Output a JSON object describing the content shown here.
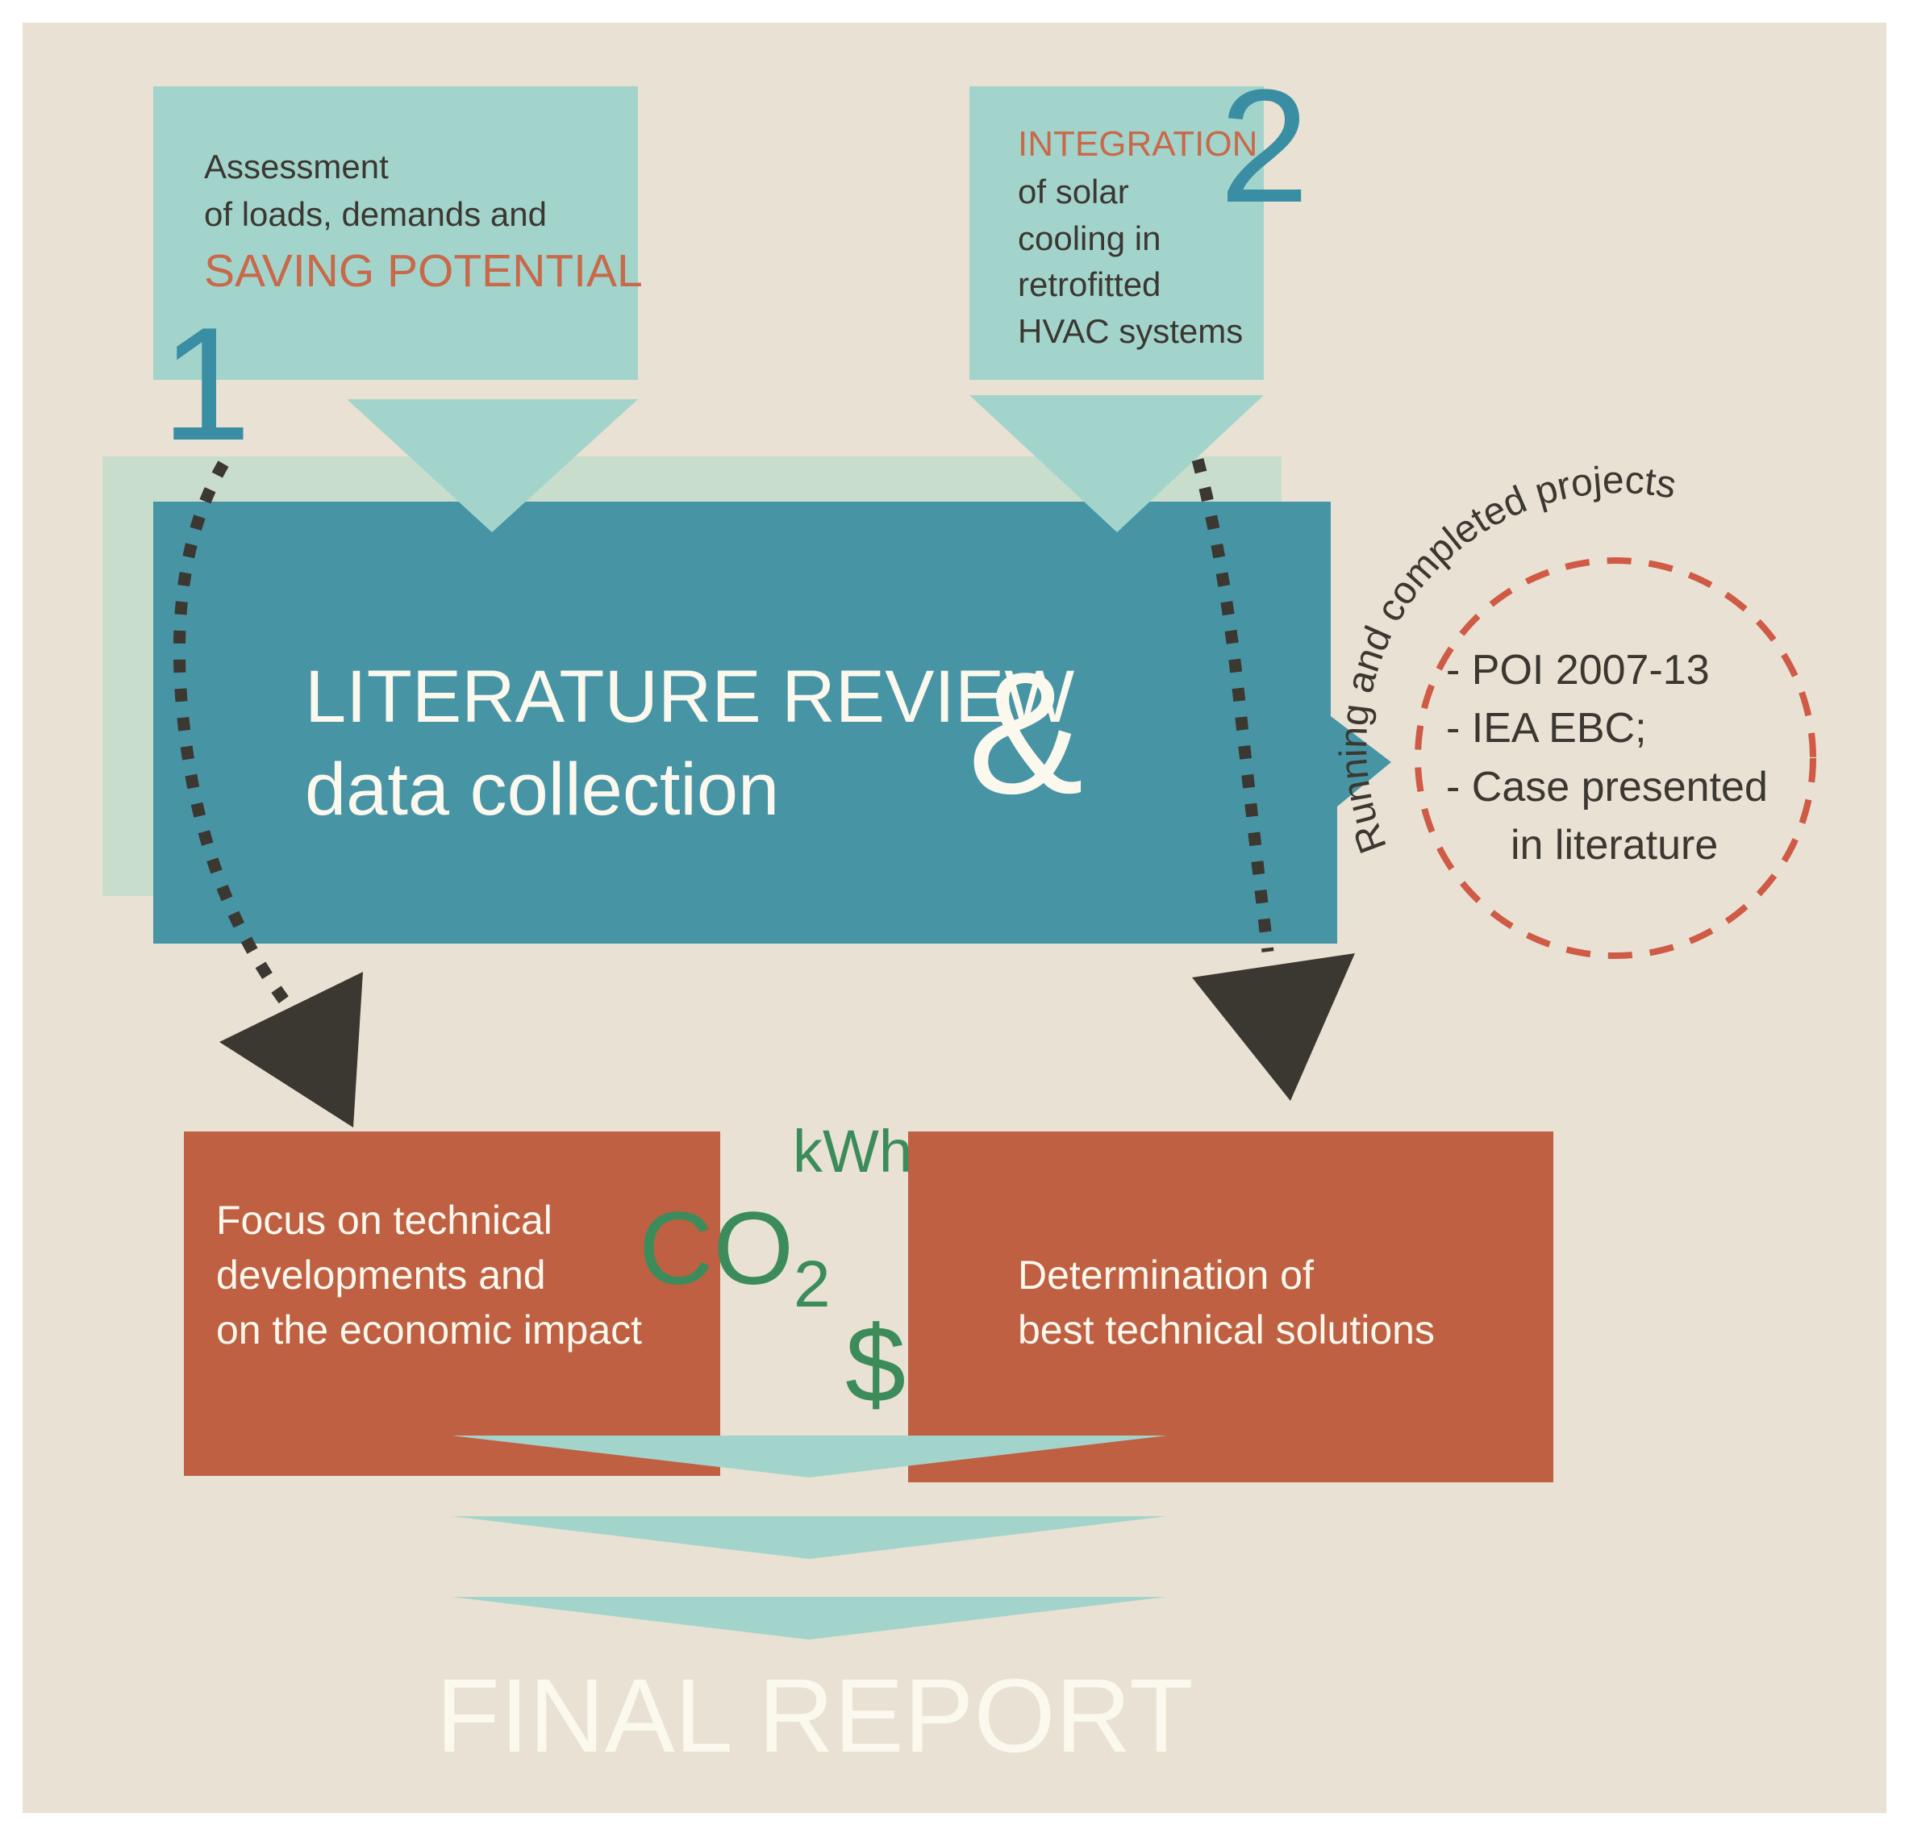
{
  "colors": {
    "background": "#e9e1d3",
    "light_teal": "#a3d4cc",
    "pale_teal": "#c9ddcc",
    "dark_teal": "#4794a5",
    "number_teal": "#3a8ea3",
    "orange_red": "#bf6043",
    "text_orange": "#c8694a",
    "dark": "#3b3731",
    "green": "#3b8c5a",
    "cream": "#fbf8ee",
    "dashed_red": "#cf5a46"
  },
  "box1": {
    "number": "1",
    "line1": "Assessment",
    "line2": "of loads, demands and",
    "highlight": "SAVING POTENTIAL"
  },
  "box2": {
    "number": "2",
    "highlight": "INTEGRATION",
    "line1": "of solar",
    "line2": "cooling in",
    "line3": "retrofitted",
    "line4": "HVAC systems"
  },
  "main": {
    "title_line1": "LITERATURE REVIEW",
    "title_line2": "data collection",
    "ampersand": "&"
  },
  "circle": {
    "arc_label": "Running and completed projects",
    "items": [
      "- POI 2007-13",
      "- IEA EBC;",
      "- Case presented",
      "in literature"
    ]
  },
  "left_box": {
    "line1": "Focus on technical",
    "line2": "developments and",
    "line3": "on the economic impact"
  },
  "right_box": {
    "line1": "Determination of",
    "line2": "best technical solutions"
  },
  "symbols": {
    "kwh": "kWh",
    "co": "CO",
    "sub2": "2",
    "dollar": "$"
  },
  "final": {
    "label": "FINAL REPORT"
  }
}
